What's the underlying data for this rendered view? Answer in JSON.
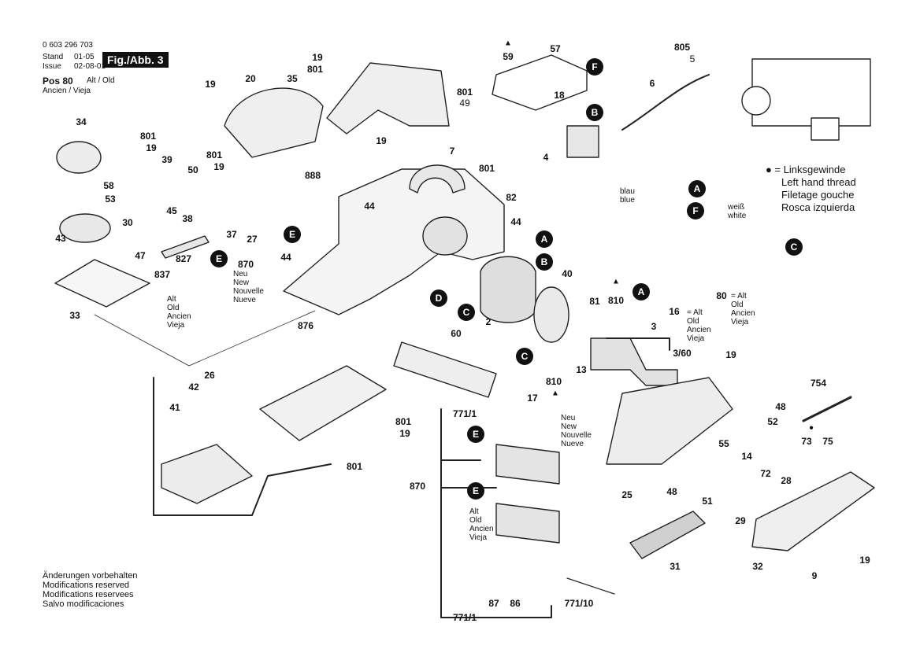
{
  "header": {
    "part_number": "0 603 296 703",
    "stand_label": "Stand",
    "stand_value": "01-05",
    "issue_label": "Issue",
    "issue_value": "02-08-01",
    "figure_label": "Fig./Abb. 3",
    "pos_label": "Pos 80",
    "pos_sub_1": "Alt / Old",
    "pos_sub_2": "Ancien / Vieja"
  },
  "legend": {
    "lines": [
      "= Linksgewinde",
      "Left hand thread",
      "Filetage gouche",
      "Rosca izquierda"
    ]
  },
  "footer": {
    "lines": [
      "Änderungen vorbehalten",
      "Modifications reserved",
      "Modifications reservees",
      "Salvo modificaciones"
    ]
  },
  "notes": {
    "neu": [
      "Neu",
      "New",
      "Nouvelle",
      "Nueve"
    ],
    "alt": [
      "Alt",
      "Old",
      "Ancien",
      "Vieja"
    ],
    "alt_eq": [
      "= Alt",
      "Old",
      "Ancien",
      "Vieja"
    ],
    "blau": [
      "blau",
      "blue"
    ],
    "weiss": [
      "weiß",
      "white"
    ]
  },
  "callouts": [
    {
      "id": "c19a",
      "text": "19"
    },
    {
      "id": "c801a",
      "text": "801"
    },
    {
      "id": "c19b",
      "text": "19"
    },
    {
      "id": "c20",
      "text": "20"
    },
    {
      "id": "c35",
      "text": "35"
    },
    {
      "id": "c801b",
      "text": "801"
    },
    {
      "id": "c49",
      "text": "49"
    },
    {
      "id": "c34",
      "text": "34"
    },
    {
      "id": "c801c",
      "text": "801"
    },
    {
      "id": "c19c",
      "text": "19"
    },
    {
      "id": "c39",
      "text": "39"
    },
    {
      "id": "c50",
      "text": "50"
    },
    {
      "id": "c801d",
      "text": "801"
    },
    {
      "id": "c19d",
      "text": "19"
    },
    {
      "id": "c58",
      "text": "58"
    },
    {
      "id": "c53",
      "text": "53"
    },
    {
      "id": "c45",
      "text": "45"
    },
    {
      "id": "c38",
      "text": "38"
    },
    {
      "id": "c30",
      "text": "30"
    },
    {
      "id": "c43",
      "text": "43"
    },
    {
      "id": "c47",
      "text": "47"
    },
    {
      "id": "c37",
      "text": "37"
    },
    {
      "id": "c27",
      "text": "27"
    },
    {
      "id": "c827",
      "text": "827"
    },
    {
      "id": "c870a",
      "text": "870"
    },
    {
      "id": "c837",
      "text": "837"
    },
    {
      "id": "c33",
      "text": "33"
    },
    {
      "id": "c888",
      "text": "888"
    },
    {
      "id": "c44a",
      "text": "44"
    },
    {
      "id": "c44b",
      "text": "44"
    },
    {
      "id": "c44c",
      "text": "44"
    },
    {
      "id": "c19e",
      "text": "19"
    },
    {
      "id": "c7",
      "text": "7"
    },
    {
      "id": "c801e",
      "text": "801"
    },
    {
      "id": "c82",
      "text": "82"
    },
    {
      "id": "c59",
      "text": "59"
    },
    {
      "id": "c57",
      "text": "57"
    },
    {
      "id": "c18",
      "text": "18"
    },
    {
      "id": "c4",
      "text": "4"
    },
    {
      "id": "c805",
      "text": "805"
    },
    {
      "id": "c5",
      "text": "5"
    },
    {
      "id": "c6",
      "text": "6"
    },
    {
      "id": "c876",
      "text": "876"
    },
    {
      "id": "c60",
      "text": "60"
    },
    {
      "id": "c2",
      "text": "2"
    },
    {
      "id": "c40",
      "text": "40"
    },
    {
      "id": "c81",
      "text": "81"
    },
    {
      "id": "c810a",
      "text": "810"
    },
    {
      "id": "c16",
      "text": "16"
    },
    {
      "id": "c80",
      "text": "80"
    },
    {
      "id": "c3",
      "text": "3"
    },
    {
      "id": "c360",
      "text": "3/60"
    },
    {
      "id": "c13",
      "text": "13"
    },
    {
      "id": "c17",
      "text": "17"
    },
    {
      "id": "c810b",
      "text": "810"
    },
    {
      "id": "c19f",
      "text": "19"
    },
    {
      "id": "c26",
      "text": "26"
    },
    {
      "id": "c42",
      "text": "42"
    },
    {
      "id": "c41",
      "text": "41"
    },
    {
      "id": "c801f",
      "text": "801"
    },
    {
      "id": "c19g",
      "text": "19"
    },
    {
      "id": "c801g",
      "text": "801"
    },
    {
      "id": "c7711a",
      "text": "771/1"
    },
    {
      "id": "c870b",
      "text": "870"
    },
    {
      "id": "c754",
      "text": "754"
    },
    {
      "id": "c48a",
      "text": "48"
    },
    {
      "id": "c52",
      "text": "52"
    },
    {
      "id": "c73",
      "text": "73"
    },
    {
      "id": "c75",
      "text": "75"
    },
    {
      "id": "c55",
      "text": "55"
    },
    {
      "id": "c14",
      "text": "14"
    },
    {
      "id": "c28",
      "text": "28"
    },
    {
      "id": "c25",
      "text": "25"
    },
    {
      "id": "c48b",
      "text": "48"
    },
    {
      "id": "c51",
      "text": "51"
    },
    {
      "id": "c72",
      "text": "72"
    },
    {
      "id": "c29",
      "text": "29"
    },
    {
      "id": "c31",
      "text": "31"
    },
    {
      "id": "c32",
      "text": "32"
    },
    {
      "id": "c9",
      "text": "9"
    },
    {
      "id": "c19h",
      "text": "19"
    },
    {
      "id": "c87",
      "text": "87"
    },
    {
      "id": "c86",
      "text": "86"
    },
    {
      "id": "c77110",
      "text": "771/10"
    },
    {
      "id": "c7711b",
      "text": "771/1"
    }
  ],
  "letters": [
    {
      "id": "lF1",
      "text": "F"
    },
    {
      "id": "lB1",
      "text": "B"
    },
    {
      "id": "lE1",
      "text": "E"
    },
    {
      "id": "lE2",
      "text": "E"
    },
    {
      "id": "lA1",
      "text": "A"
    },
    {
      "id": "lB2",
      "text": "B"
    },
    {
      "id": "lD",
      "text": "D"
    },
    {
      "id": "lC1",
      "text": "C"
    },
    {
      "id": "lA2",
      "text": "A"
    },
    {
      "id": "lF2",
      "text": "F"
    },
    {
      "id": "lC2",
      "text": "C"
    },
    {
      "id": "lA3",
      "text": "A"
    },
    {
      "id": "lC3",
      "text": "C"
    },
    {
      "id": "lE3",
      "text": "E"
    },
    {
      "id": "lE4",
      "text": "E"
    }
  ]
}
